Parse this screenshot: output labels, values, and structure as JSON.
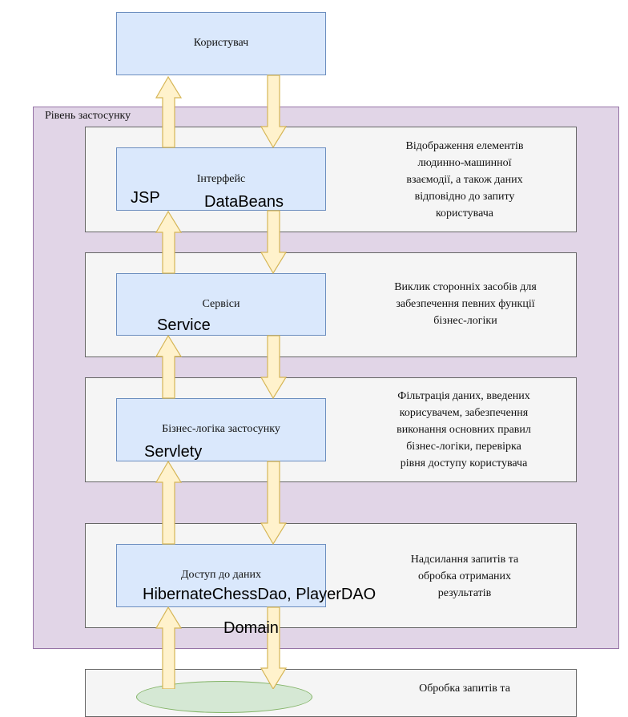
{
  "user_box": {
    "label": "Користувач"
  },
  "app_level": {
    "label": "Рівень застосунку"
  },
  "layers": [
    {
      "title": "Інтерфейс",
      "techs": [
        "JSP",
        "DataBeans"
      ],
      "description": [
        "Відображення елементів",
        "людинно-машинної",
        "взаємодії, а також даних",
        "відповідно до запиту",
        "користувача"
      ]
    },
    {
      "title": "Сервіси",
      "techs": [
        "Service"
      ],
      "description": [
        "Виклик сторонніх засобів для",
        "забезпечення певних функції",
        "бізнес-логіки"
      ]
    },
    {
      "title": "Бізнес-логіка застосунку",
      "techs": [
        "Servlety"
      ],
      "description": [
        "Фільтрація даних, введених",
        "корисувачем, забезпечення",
        "виконання основних правил",
        "бізнес-логіки, перевірка",
        "рівня доступу користувача"
      ]
    },
    {
      "title": "Доступ до даних",
      "techs": [
        "HibernateChessDao, PlayerDAO"
      ],
      "description": [
        "Надсилання запитів та",
        "обробка отриманих",
        "результатів"
      ]
    }
  ],
  "domain_label": "Domain",
  "bottom_panel": {
    "description": [
      "Обробка запитів та"
    ]
  },
  "colors": {
    "app_level_fill": "#e1d5e7",
    "panel_fill": "#f5f5f5",
    "box_fill": "#dae8fc",
    "box_stroke": "#6c8ebf",
    "arrow_fill": "#fff2cc",
    "arrow_stroke": "#d6b656"
  }
}
